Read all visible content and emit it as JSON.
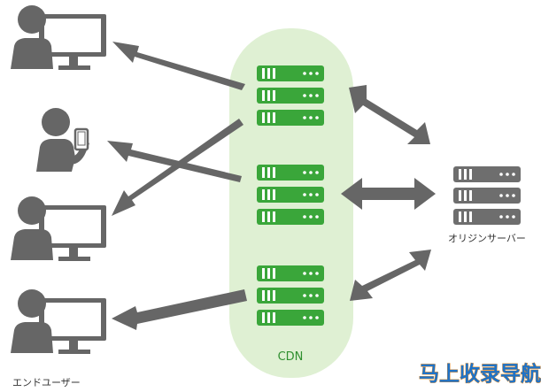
{
  "cdn_label": "CDN",
  "origin_label": "オリジンサーバー",
  "end_user_label": "エンドユーザー",
  "watermark": "马上收录导航",
  "colors": {
    "cdn_background": "#dff0d3",
    "cdn_server": "#3aa63a",
    "server_grey": "#6e6e6e",
    "arrow": "#666666",
    "person": "#666666",
    "text_dark": "#333333",
    "cdn_text": "#2f8f2f",
    "watermark_blue": "#1e73c8",
    "watermark_orange": "#f08a1c"
  },
  "icons": [
    "user-desktop-icon",
    "user-phone-icon",
    "server-stack-icon"
  ]
}
